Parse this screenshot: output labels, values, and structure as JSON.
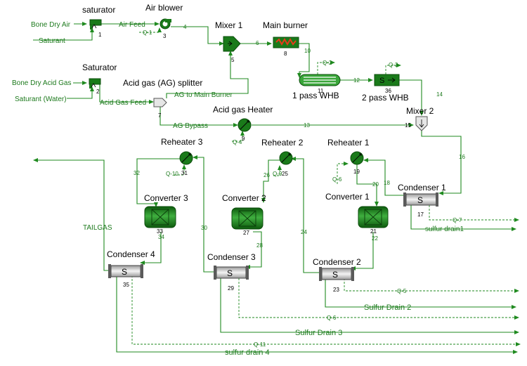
{
  "colors": {
    "stream": "#1f8a1f",
    "equipment": "#1a7a1a",
    "label": "#1d7a1d"
  },
  "units": {
    "saturator1": {
      "title": "saturator",
      "id": "1"
    },
    "air_blower": {
      "title": "Air blower",
      "id": "3"
    },
    "mixer1": {
      "title": "Mixer 1",
      "id": "5"
    },
    "main_burner": {
      "title": "Main burner",
      "id": "8"
    },
    "saturator2": {
      "title": "Saturator",
      "id": "2"
    },
    "ag_splitter": {
      "title": "Acid gas (AG) splitter",
      "id": "7"
    },
    "whb1": {
      "title": "1 pass WHB",
      "id": "11"
    },
    "whb2": {
      "title": "2 pass WHB",
      "id": "36",
      "glyph": "S"
    },
    "mixer2": {
      "title": "Mixer 2",
      "id": "15"
    },
    "ag_heater": {
      "title": "Acid gas Heater",
      "id": "9"
    },
    "reheater3": {
      "title": "Reheater 3",
      "id": "31"
    },
    "reheater2": {
      "title": "Reheater 2",
      "id": "25"
    },
    "reheater1": {
      "title": "Reheater 1",
      "id": "19"
    },
    "converter3": {
      "title": "Converter 3",
      "id": "33"
    },
    "converter2": {
      "title": "Converter 2",
      "id": "27"
    },
    "converter1": {
      "title": "Converter 1",
      "id": "21"
    },
    "condenser1": {
      "title": "Condenser 1",
      "id": "17",
      "glyph": "S"
    },
    "condenser2": {
      "title": "Condenser 2",
      "id": "23",
      "glyph": "S"
    },
    "condenser3": {
      "title": "Condenser 3",
      "id": "29",
      "glyph": "S"
    },
    "condenser4": {
      "title": "Condenser 4",
      "id": "35",
      "glyph": "S"
    }
  },
  "feeds": {
    "bone_dry_air": "Bone Dry Air",
    "saturant": "Saturant",
    "bone_dry_acid_gas": "Bone Dry Acid Gas",
    "saturant_water": "Saturant (Water)"
  },
  "streams": {
    "air_feed": "Air Feed",
    "acid_gas_feed": "Acid Gas Feed",
    "ag_to_main_burner": "AG to Main Burner",
    "ag_bypass": "AG Bypass",
    "tailgas": "TAILGAS",
    "sulfur_drain1": "sulfur drain1",
    "sulfur_drain2": "Sulfur Drain 2",
    "sulfur_drain3": "Sulfur Drain 3",
    "sulfur_drain4": "sulfur drain 4",
    "n4": "4",
    "n6": "6",
    "n10": "10",
    "n12": "12",
    "n13": "13",
    "n14": "14",
    "n16": "16",
    "n18": "18",
    "n20": "20",
    "n22": "22",
    "n24": "24",
    "n26": "26",
    "n28": "28",
    "n30": "30",
    "n32": "32",
    "n34": "34"
  },
  "energy": {
    "q1": "Q-1",
    "q2": "Q-2",
    "q3": "Q-3",
    "q4": "Q-4",
    "q5": "Q-5",
    "q6a": "Q-6",
    "q6b": "Q-6",
    "q7": "Q-7",
    "q9": "Q-9",
    "q10": "Q-10",
    "q11": "Q-11"
  }
}
